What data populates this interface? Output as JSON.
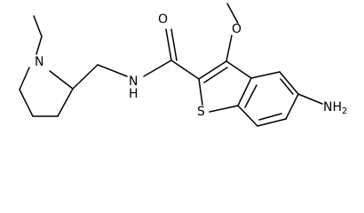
{
  "molecule": {
    "atoms": {
      "nitrogen_ring": "N",
      "nitrogen_amide": "N",
      "amide_h": "H",
      "carbonyl_o": "O",
      "methoxy_o": "O",
      "sulfur": "S",
      "amine_n": "N",
      "amine_h": "H",
      "amine_h_count": "2"
    }
  }
}
